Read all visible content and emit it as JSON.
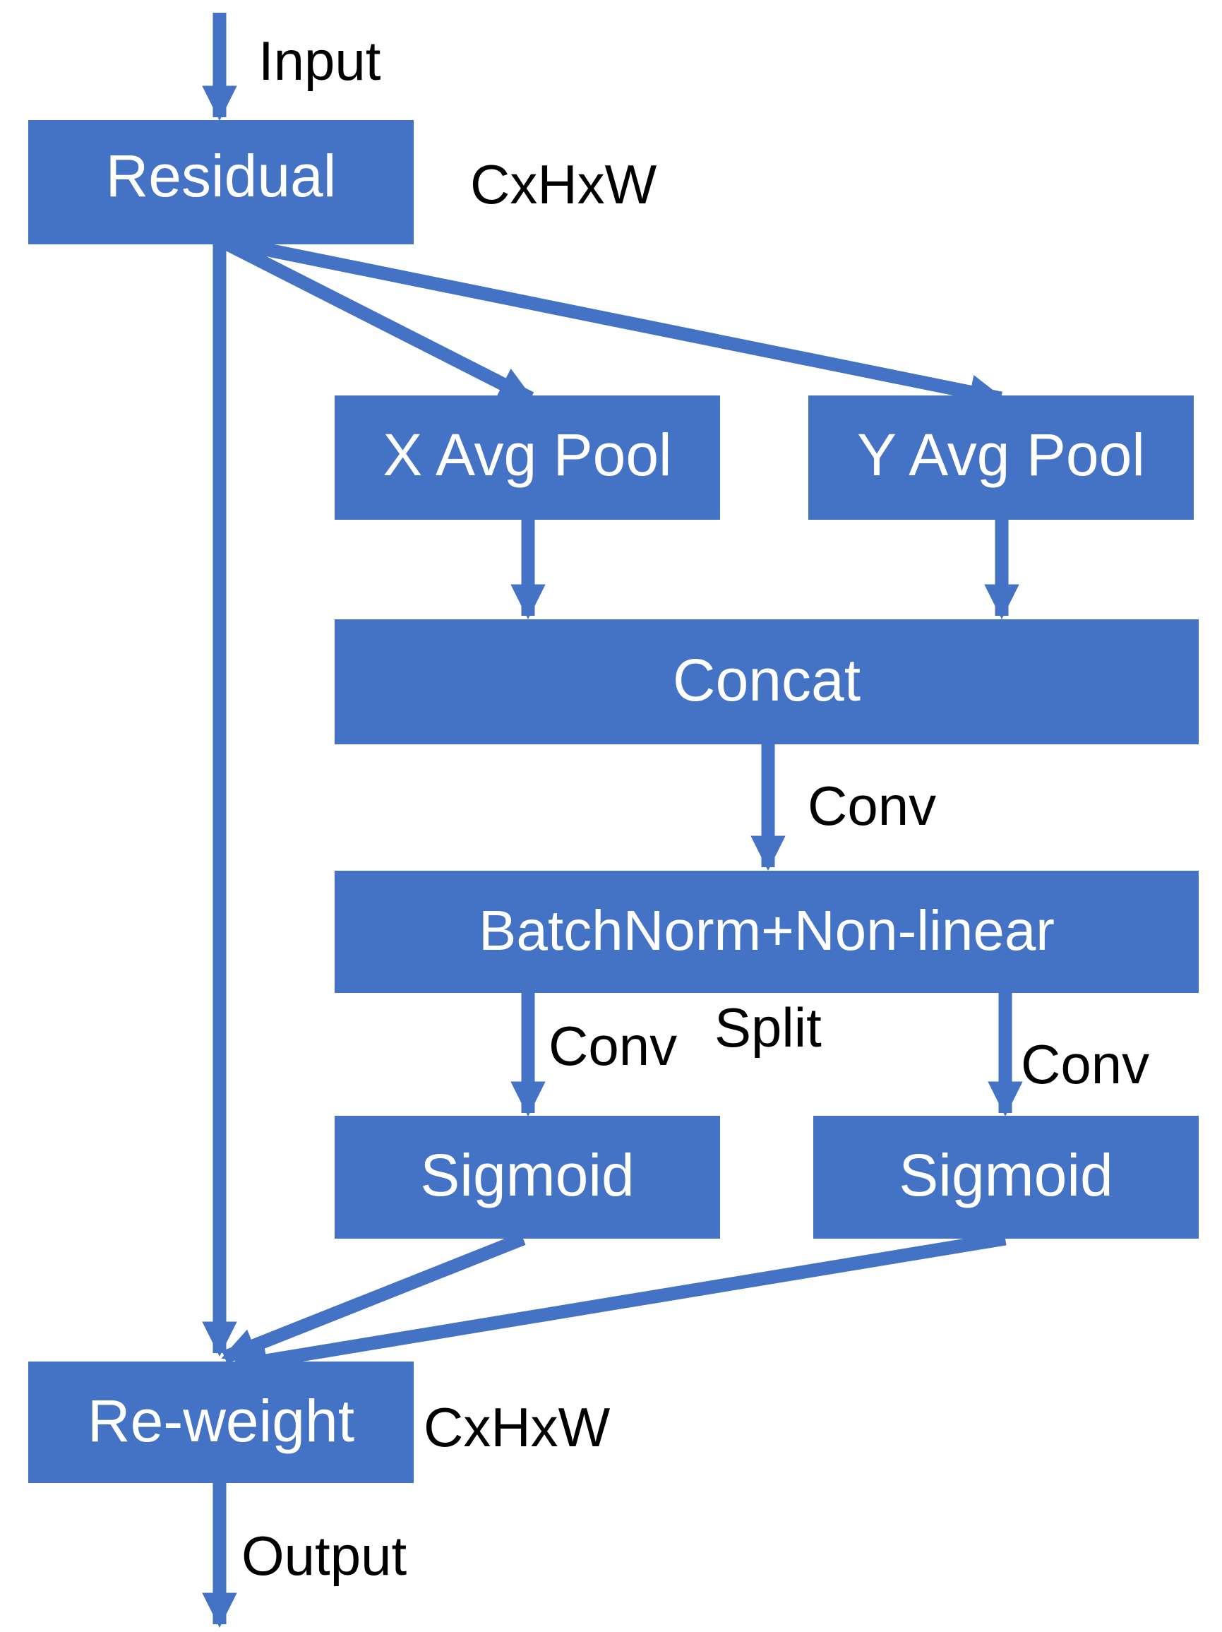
{
  "colors": {
    "box_fill": "#4472C4",
    "arrow": "#4472C4",
    "box_text": "#FFFFFF",
    "label_text": "#000000"
  },
  "nodes": {
    "residual": "Residual",
    "x_avg_pool": "X Avg Pool",
    "y_avg_pool": "Y Avg Pool",
    "concat": "Concat",
    "batchnorm": "BatchNorm+Non-linear",
    "sigmoid_left": "Sigmoid",
    "sigmoid_right": "Sigmoid",
    "reweight": "Re-weight"
  },
  "labels": {
    "input": "Input",
    "output": "Output",
    "dims_top": "CxHxW",
    "dims_bottom": "CxHxW",
    "conv_concat": "Conv",
    "conv_left": "Conv",
    "conv_right": "Conv",
    "split": "Split"
  }
}
